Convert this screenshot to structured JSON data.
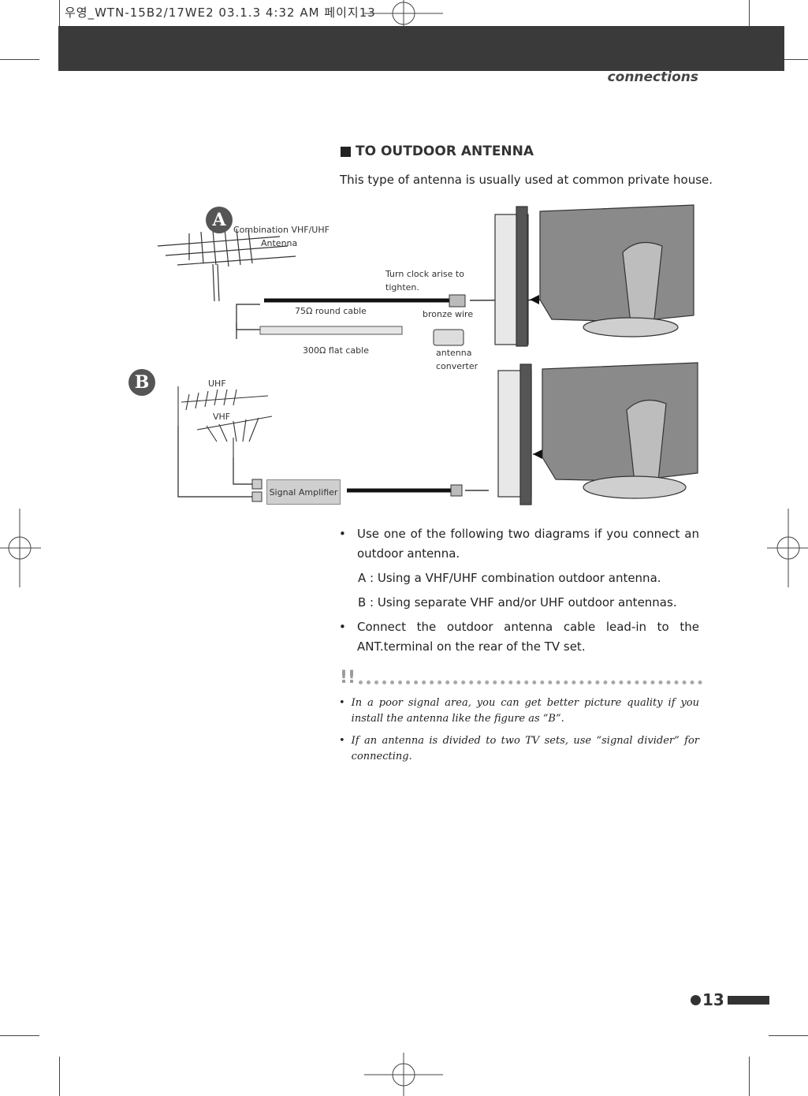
{
  "print_slug": "우영_WTN-15B2/17WE2  03.1.3 4:32 AM     페이지13",
  "header": {
    "section": "connections"
  },
  "title": "TO OUTDOOR ANTENNA",
  "intro": "This type of antenna is usually used at common private house.",
  "diagram": {
    "badge_a": "A",
    "badge_b": "B",
    "label_combination": "Combination VHF/UHF",
    "label_antenna": "Antenna",
    "label_turn": "Turn clock arise to",
    "label_tighten": "tighten.",
    "label_round_cable": "75Ω round cable",
    "label_bronze": "bronze wire",
    "label_flat_cable": "300Ω flat cable",
    "label_antenna_word": "antenna",
    "label_converter": "converter",
    "label_uhf": "UHF",
    "label_vhf": "VHF",
    "label_amplifier": "Signal Amplifier"
  },
  "bullets": [
    "Use one of the following two diagrams if you connect an outdoor antenna.",
    "Connect the outdoor antenna cable lead-in to the ANT.terminal on the rear of the TV set."
  ],
  "sub_items": [
    "A : Using a VHF/UHF combination outdoor antenna.",
    "B : Using separate VHF and/or UHF outdoor antennas."
  ],
  "note_mark": "!!",
  "notes": [
    "In a poor signal area, you can get better picture quality if you install the antenna like the figure as “B”.",
    "If an antenna is divided to two TV sets, use “signal divider” for connecting."
  ],
  "page_number": "13"
}
